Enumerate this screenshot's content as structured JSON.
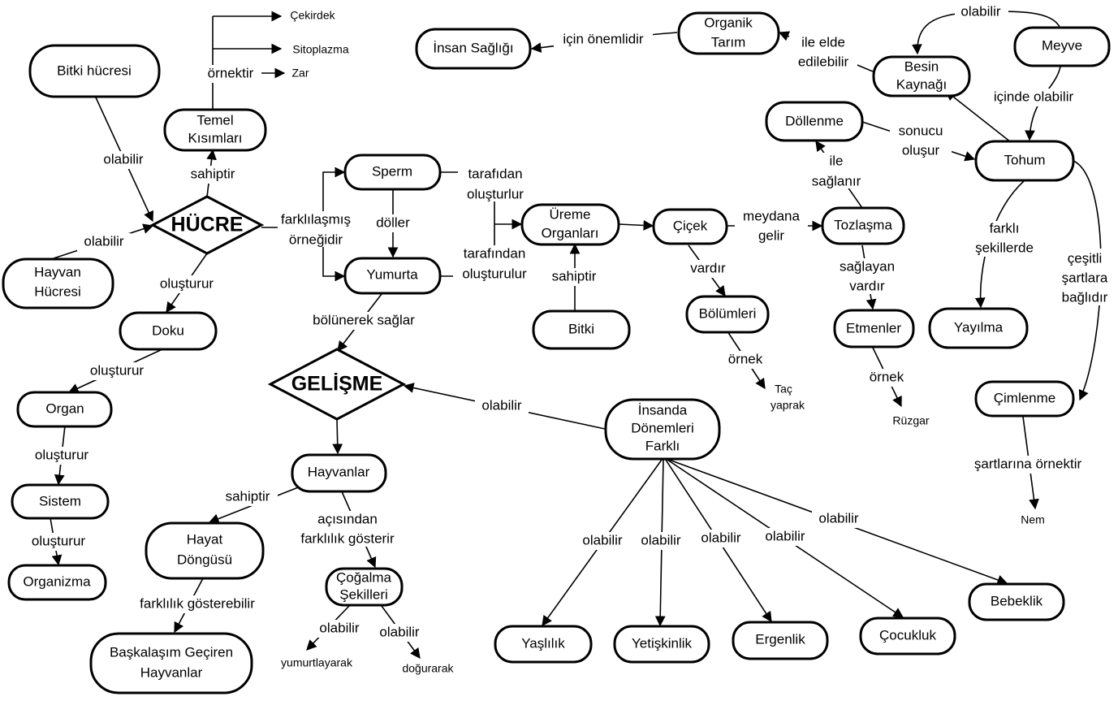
{
  "nodes": {
    "hucre": "HÜCRE",
    "gelisme": "GELİŞME",
    "bitki_hucresi": "Bitki hücresi",
    "hayvan_hucresi": [
      "Hayvan",
      "Hücresi"
    ],
    "temel_kisimlari": [
      "Temel",
      "Kısımları"
    ],
    "doku": "Doku",
    "organ": "Organ",
    "sistem": "Sistem",
    "organizma": "Organizma",
    "sperm": "Sperm",
    "yumurta": "Yumurta",
    "ureme_organlari": [
      "Üreme",
      "Organları"
    ],
    "bitki": "Bitki",
    "cicek": "Çiçek",
    "bolumleri": "Bölümleri",
    "tozlasma": "Tozlaşma",
    "etmenler": "Etmenler",
    "dollenme": "Döllenme",
    "tohum": "Tohum",
    "yayilma": "Yayılma",
    "cimlenme": "Çimlenme",
    "besin_kaynagi": [
      "Besin",
      "Kaynağı"
    ],
    "meyve": "Meyve",
    "organik_tarim": [
      "Organik",
      "Tarım"
    ],
    "insan_sagligi": "İnsan Sağlığı",
    "hayvanlar": "Hayvanlar",
    "hayat_dongusu": [
      "Hayat",
      "Döngüsü"
    ],
    "baskalasim": [
      "Başkalaşım Geçiren",
      "Hayvanlar"
    ],
    "cogalma": [
      "Çoğalma",
      "Şekilleri"
    ],
    "insanda": [
      "İnsanda",
      "Dönemleri",
      "Farklı"
    ],
    "yaslilik": "Yaşlılık",
    "yetiskinlik": "Yetişkinlik",
    "ergenlik": "Ergenlik",
    "cocukluk": "Çocukluk",
    "bebeklik": "Bebeklik"
  },
  "leaves": {
    "cekirdek": "Çekirdek",
    "sitoplazma": "Sitoplazma",
    "zar": "Zar",
    "tac_yaprak": [
      "Taç",
      "yaprak"
    ],
    "ruzgar": "Rüzgar",
    "nem": "Nem",
    "yumurtlayarak": "yumurtlayarak",
    "dogurarak": "doğurarak"
  },
  "links": {
    "olabilir": "olabilir",
    "sahiptir": "sahiptir",
    "ornektir": "örnektir",
    "olusturur": "oluşturur",
    "farklilasmis": [
      "farklılaşmış",
      "örneğidir"
    ],
    "doller": "döller",
    "tarafindan_olusturlur": [
      "tarafıdan",
      "oluşturlur"
    ],
    "tarafindan_olusturulur": [
      "tarafından",
      "oluşturulur"
    ],
    "bolunerek": "bölünerek sağlar",
    "vardir": "vardır",
    "meydana_gelir": [
      "meydana",
      "gelir"
    ],
    "ornek": "örnek",
    "ile_saglanir": [
      "ile",
      "sağlanır"
    ],
    "saglayan_vardir": [
      "sağlayan",
      "vardır"
    ],
    "sonucu_olusur": [
      "sonucu",
      "oluşur"
    ],
    "farkli_sekillerde": [
      "farklı",
      "şekillerde"
    ],
    "cesitli": [
      "çeşitli",
      "şartlara",
      "bağlıdır"
    ],
    "sartlarina": "şartlarına örnektir",
    "icinde_olabilir": "içinde olabilir",
    "ile_elde": [
      "ile elde",
      "edilebilir"
    ],
    "icin_onemlidir": "için önemlidir",
    "acisindan": [
      "açısından",
      "farklılık gösterir"
    ],
    "farklilik_gosterebilir": "farklılık gösterebilir"
  }
}
